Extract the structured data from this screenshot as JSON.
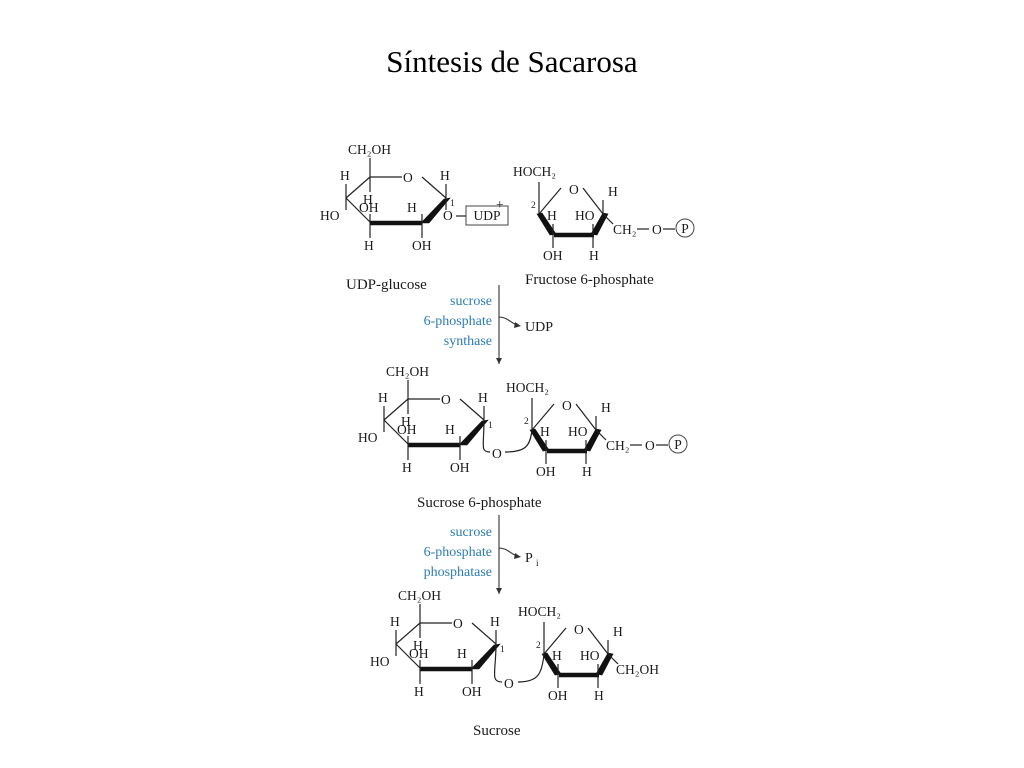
{
  "title": "Síntesis de Sacarosa",
  "colors": {
    "enzyme": "#2b7bb5",
    "ink": "#1a1a1a",
    "background": "#ffffff"
  },
  "labels": {
    "CH2OH": "CH₂OH",
    "HOCH2": "HOCH₂",
    "CH2": "CH₂",
    "O": "O",
    "H": "H",
    "OH": "OH",
    "HO": "HO",
    "P": "P",
    "plus": "+",
    "UDP": "UDP",
    "c1": "1",
    "c2": "2"
  },
  "molecules": {
    "udp_glucose": "UDP-glucose",
    "fructose_6_phosphate": "Fructose 6-phosphate",
    "sucrose_6_phosphate": "Sucrose 6-phosphate",
    "sucrose": "Sucrose"
  },
  "step1": {
    "enzyme": [
      "sucrose",
      "6-phosphate",
      "synthase"
    ],
    "product": "UDP"
  },
  "step2": {
    "enzyme": [
      "sucrose",
      "6-phosphate",
      "phosphatase"
    ],
    "product_main": "P",
    "product_sub": "i"
  }
}
